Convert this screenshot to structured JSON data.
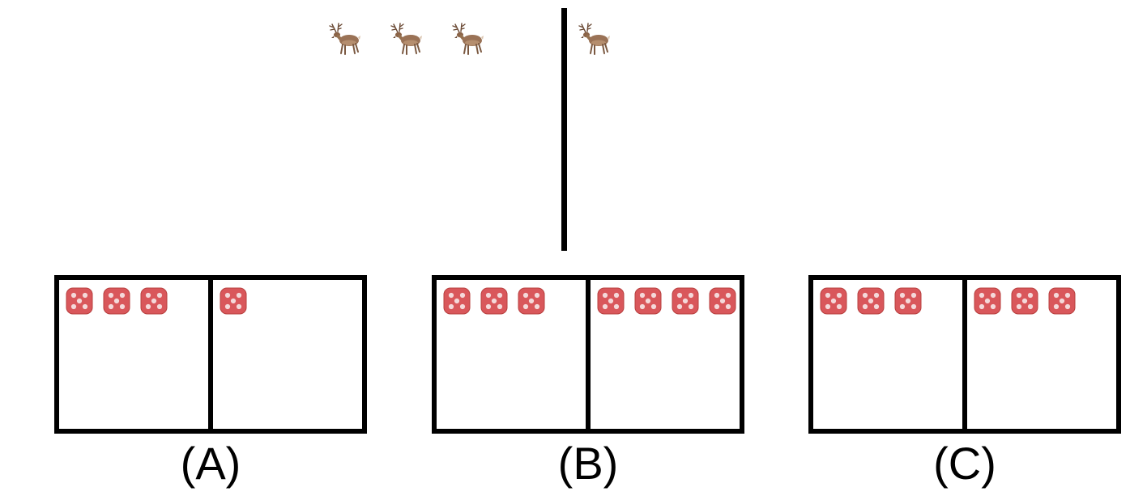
{
  "question": {
    "left_group": {
      "icon": "deer-icon",
      "count": 3
    },
    "right_group": {
      "icon": "deer-icon",
      "count": 1
    }
  },
  "options": [
    {
      "label": "(A)",
      "left_count": 3,
      "right_count": 1,
      "icon": "dice-icon"
    },
    {
      "label": "(B)",
      "left_count": 3,
      "right_count": 4,
      "icon": "dice-icon"
    },
    {
      "label": "(C)",
      "left_count": 3,
      "right_count": 3,
      "icon": "dice-icon"
    }
  ],
  "colors": {
    "die_face": "#d9575b",
    "die_pip": "#f4d9da",
    "deer_body": "#9a7256",
    "line": "#000000"
  }
}
